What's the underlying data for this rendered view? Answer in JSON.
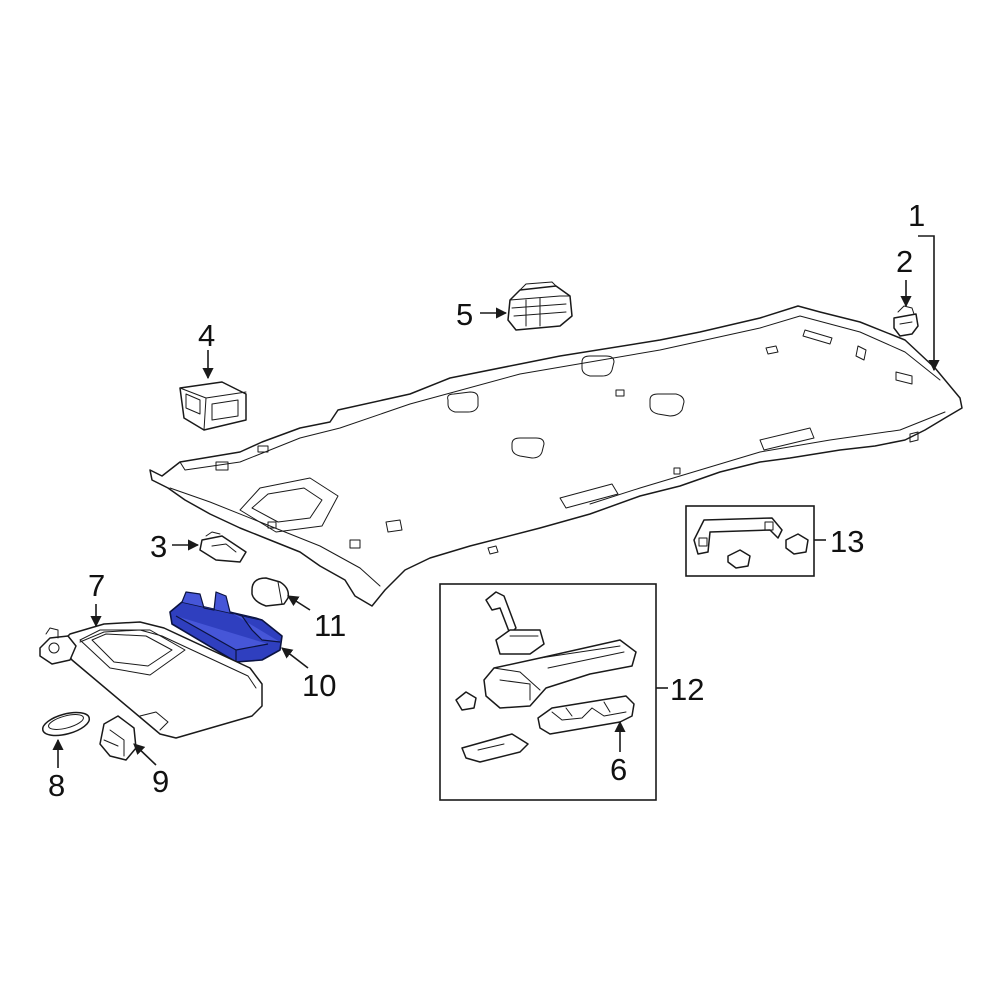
{
  "diagram": {
    "highlight_color": "#2f3fbf",
    "callouts": [
      {
        "id": "c1",
        "text": "1"
      },
      {
        "id": "c2",
        "text": "2"
      },
      {
        "id": "c3",
        "text": "3"
      },
      {
        "id": "c4",
        "text": "4"
      },
      {
        "id": "c5",
        "text": "5"
      },
      {
        "id": "c6",
        "text": "6"
      },
      {
        "id": "c7",
        "text": "7"
      },
      {
        "id": "c8",
        "text": "8"
      },
      {
        "id": "c9",
        "text": "9"
      },
      {
        "id": "c10",
        "text": "10"
      },
      {
        "id": "c11",
        "text": "11"
      },
      {
        "id": "c12",
        "text": "12"
      },
      {
        "id": "c13",
        "text": "13"
      }
    ]
  }
}
